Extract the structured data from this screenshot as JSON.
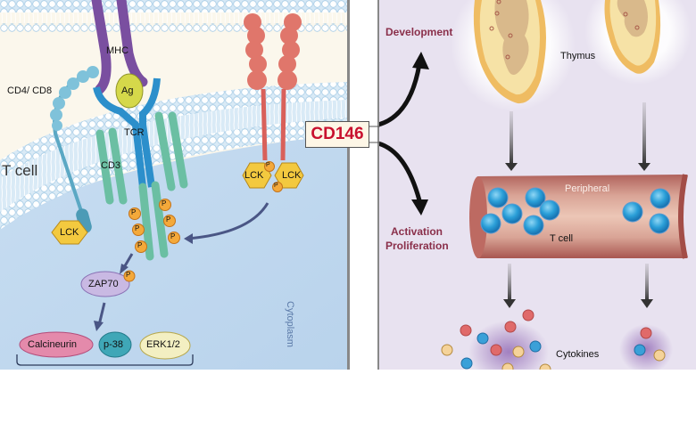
{
  "left_panel": {
    "cell_label": "T cell",
    "cytoplasm_label": "Cytoplasm",
    "molecules": {
      "mhc": "MHC",
      "antigen": "Ag",
      "cd4_cd8": "CD4/ CD8",
      "tcr": "TCR",
      "cd3": "CD3",
      "lck_left": "LCK",
      "lck_dimer_a": "LCK",
      "lck_dimer_b": "LCK",
      "zap70": "ZAP70",
      "phospho": "P"
    },
    "downstream": [
      "Calcineurin",
      "p-38",
      "ERK1/2"
    ]
  },
  "center": {
    "protein_label": "CD146"
  },
  "right_panel": {
    "development_label": "Development",
    "activation_label_line1": "Activation",
    "activation_label_line2": "Proliferation",
    "thymus_label": "Thymus",
    "vessel_label": "Peripheral",
    "tcell_label": "T cell",
    "cytokines_label": "Cytokines"
  },
  "colors": {
    "accent_red": "#c8102e",
    "maroon_text": "#8a2f4a",
    "left_bg": "#fbf7ec",
    "cytoplasm": "#bcd6ee",
    "right_bg": "#e8e2f0"
  }
}
